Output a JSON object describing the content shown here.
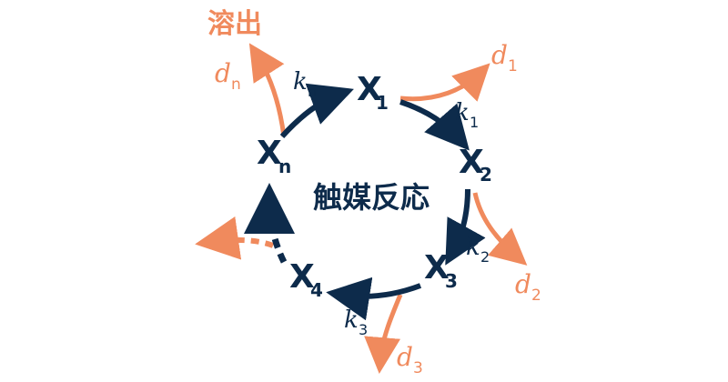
{
  "title": "溶出",
  "center_label": "触媒反応",
  "nodes": {
    "x1": {
      "base": "X",
      "sub": "1"
    },
    "x2": {
      "base": "X",
      "sub": "2"
    },
    "x3": {
      "base": "X",
      "sub": "3"
    },
    "x4": {
      "base": "X",
      "sub": "4"
    },
    "xn": {
      "base": "X",
      "sub": "n"
    }
  },
  "rates": {
    "kn": {
      "base": "k",
      "sub": "n"
    },
    "k1": {
      "base": "k",
      "sub": "1"
    },
    "k2": {
      "base": "k",
      "sub": "2"
    },
    "k3": {
      "base": "k",
      "sub": "3"
    }
  },
  "dissolution": {
    "dn": {
      "base": "d",
      "sub": "n"
    },
    "d1": {
      "base": "d",
      "sub": "1"
    },
    "d2": {
      "base": "d",
      "sub": "2"
    },
    "d3": {
      "base": "d",
      "sub": "3"
    }
  },
  "colors": {
    "cycle": "#0d2b4b",
    "dissolution": "#f08a5d"
  }
}
